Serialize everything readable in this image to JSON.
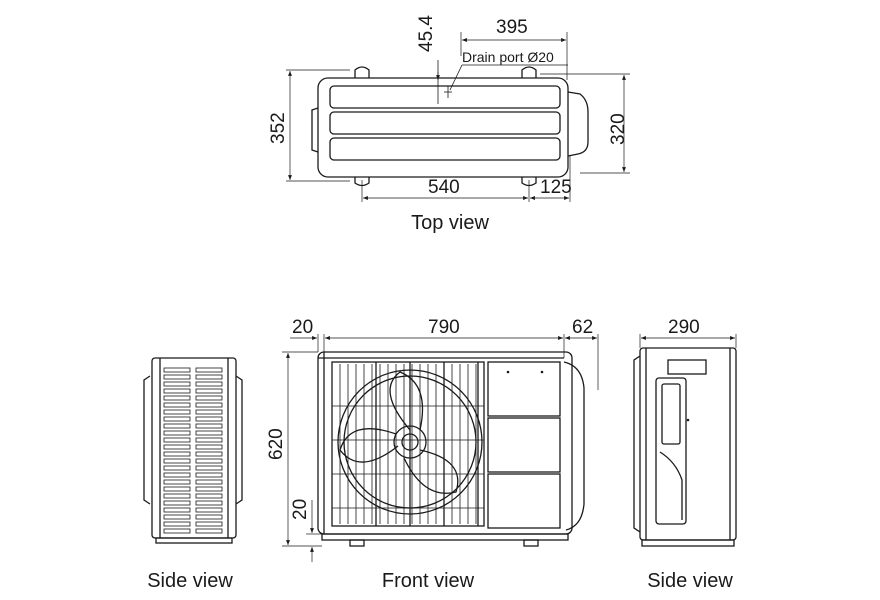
{
  "views": {
    "top": "Top view",
    "side_left": "Side view",
    "front": "Front view",
    "side_right": "Side view"
  },
  "top_dims": {
    "d1": "45.4",
    "d2": "395",
    "drain": "Drain port Ø20",
    "d3": "352",
    "d4": "320",
    "d5": "540",
    "d6": "125"
  },
  "front_dims": {
    "d1": "20",
    "d2": "790",
    "d3": "62",
    "d4": "620",
    "d5": "20"
  },
  "side_dims": {
    "d1": "290"
  }
}
